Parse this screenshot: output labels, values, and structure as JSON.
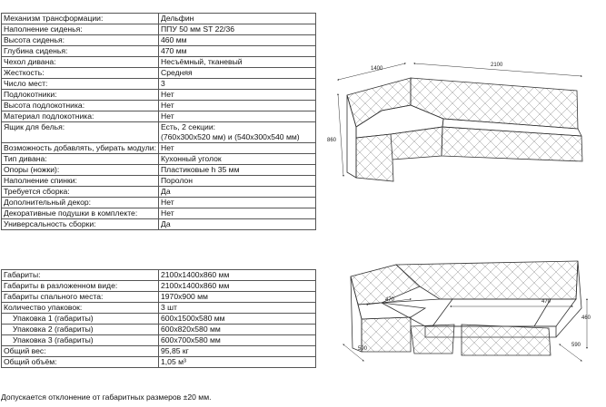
{
  "spec_table_1": [
    {
      "key": "Механизм трансформации:",
      "value": "Дельфин"
    },
    {
      "key": "Наполнение сиденья:",
      "value": "ППУ 50 мм ST 22/36"
    },
    {
      "key": "Высота сиденья:",
      "value": "460 мм"
    },
    {
      "key": "Глубина сиденья:",
      "value": "470 мм"
    },
    {
      "key": "Чехол дивана:",
      "value": "Несъёмный, тканевый"
    },
    {
      "key": "Жесткость:",
      "value": "Средняя"
    },
    {
      "key": "Число мест:",
      "value": "3"
    },
    {
      "key": "Подлокотники:",
      "value": "Нет"
    },
    {
      "key": "Высота подлокотника:",
      "value": "Нет"
    },
    {
      "key": "Материал подлокотника:",
      "value": "Нет"
    },
    {
      "key": "Ящик для белья:",
      "value": "Есть, 2 секции:\n(760x300x520 мм) и (540x300x540 мм)"
    },
    {
      "key": "Возможность добавлять, убирать модули:",
      "value": "Нет"
    },
    {
      "key": "Тип дивана:",
      "value": "Кухонный уголок"
    },
    {
      "key": "Опоры (ножки):",
      "value": "Пластиковые h 35 мм"
    },
    {
      "key": "Наполнение спинки:",
      "value": "Поролон"
    },
    {
      "key": "Требуется сборка:",
      "value": "Да"
    },
    {
      "key": "Дополнительный декор:",
      "value": "Нет"
    },
    {
      "key": "Декоративные подушки в комплекте:",
      "value": "Нет"
    },
    {
      "key": "Универсальность сборки:",
      "value": "Да"
    }
  ],
  "spec_table_2": [
    {
      "key": "Габариты:",
      "value": "2100x1400x860 мм",
      "indent": false
    },
    {
      "key": "Габариты в разложенном виде:",
      "value": "2100x1400x860 мм",
      "indent": false
    },
    {
      "key": "Габариты спального места:",
      "value": "1970x900 мм",
      "indent": false
    },
    {
      "key": "Количество упаковок:",
      "value": "3 шт",
      "indent": false
    },
    {
      "key": "Упаковка 1 (габариты)",
      "value": "600x1500x580 мм",
      "indent": true
    },
    {
      "key": "Упаковка 2 (габариты)",
      "value": "600x820x580 мм",
      "indent": true
    },
    {
      "key": "Упаковка 3 (габариты)",
      "value": "600x700x580 мм",
      "indent": true
    },
    {
      "key": "Общий вес:",
      "value": "95,85 кг",
      "indent": false
    },
    {
      "key": "Общий объём:",
      "value": "1,05 м³",
      "indent": false
    }
  ],
  "note": "Допускается отклонение от габаритных размеров ±20 мм.",
  "drawing_top": {
    "width_label": "2100",
    "depth_label": "1400",
    "height_label": "860"
  },
  "drawing_bottom": {
    "seat_depth_left": "470",
    "seat_depth_right": "470",
    "seat_height": "460",
    "extension_left": "590",
    "extension_right": "590"
  },
  "colors": {
    "line": "#333333",
    "border": "#555555"
  }
}
